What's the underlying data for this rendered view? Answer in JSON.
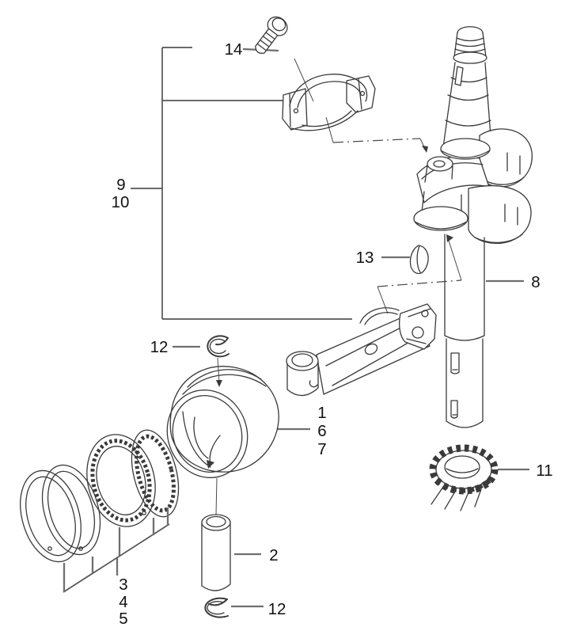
{
  "diagram": {
    "type": "exploded-parts-line-drawing",
    "background": "#ffffff",
    "outline_color": "#3a3a3a",
    "leader_line_color": "#6f6f6f",
    "callouts": {
      "n1": "1",
      "n2": "2",
      "n3": "3",
      "n4": "4",
      "n5": "5",
      "n6": "6",
      "n7": "7",
      "n8": "8",
      "n9": "9",
      "n10": "10",
      "n11": "11",
      "n12a": "12",
      "n12b": "12",
      "n13": "13",
      "n14": "14"
    }
  }
}
